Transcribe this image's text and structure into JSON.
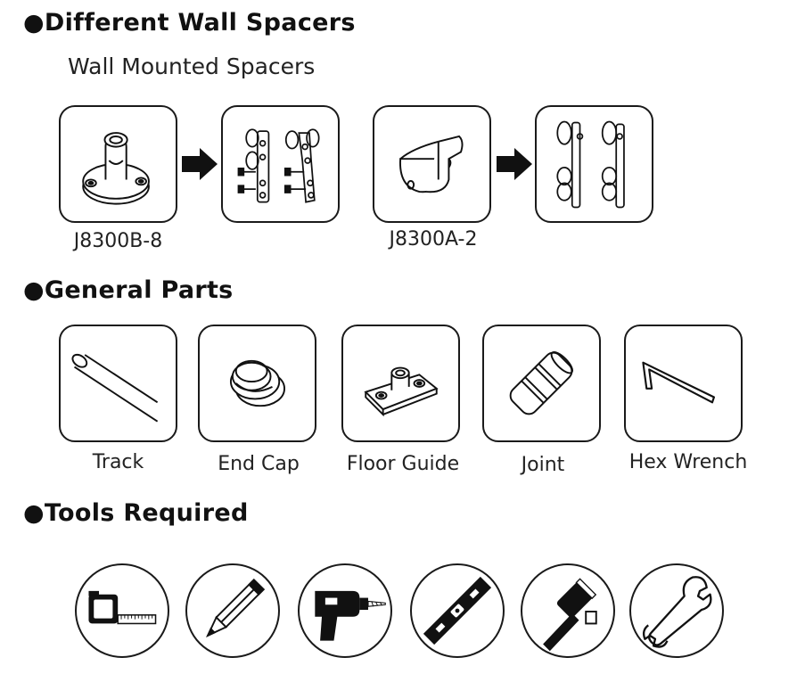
{
  "sections": {
    "wall_spacers": {
      "title": "●Different Wall Spacers",
      "subtitle": "Wall Mounted Spacers",
      "products": [
        {
          "code": "J8300B-8",
          "icon": "round-base-spacer-icon",
          "result_icon": "roller-hanger-pair-icon"
        },
        {
          "code": "J8300A-2",
          "icon": "hook-bracket-spacer-icon",
          "result_icon": "straight-roller-hanger-pair-icon"
        }
      ]
    },
    "general_parts": {
      "title": "●General Parts",
      "items": [
        {
          "label": "Track",
          "icon": "track-tube-icon"
        },
        {
          "label": "End Cap",
          "icon": "end-cap-icon"
        },
        {
          "label": "Floor Guide",
          "icon": "floor-guide-icon"
        },
        {
          "label": "Joint",
          "icon": "joint-icon"
        },
        {
          "label": "Hex Wrench",
          "icon": "hex-wrench-icon"
        }
      ]
    },
    "tools_required": {
      "title": "●Tools Required",
      "tools": [
        {
          "icon": "tape-measure-icon"
        },
        {
          "icon": "pencil-icon"
        },
        {
          "icon": "drill-icon"
        },
        {
          "icon": "spirit-level-icon"
        },
        {
          "icon": "rubber-mallet-icon"
        },
        {
          "icon": "spanner-icon"
        }
      ]
    }
  },
  "colors": {
    "ink": "#111111",
    "line": "#1a1a1a",
    "background": "#ffffff"
  }
}
